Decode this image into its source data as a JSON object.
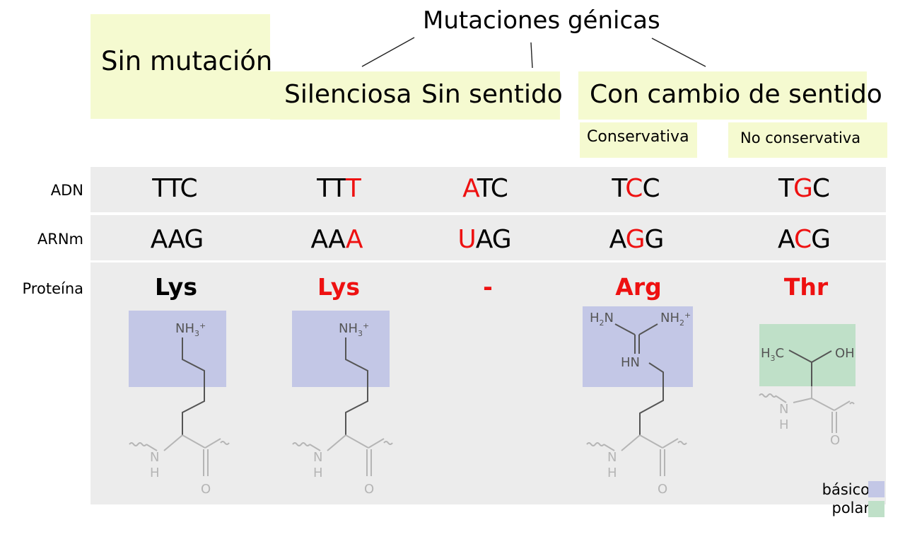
{
  "header": {
    "main_title": "Mutaciones génicas",
    "no_mutation": "Sin mutación",
    "silent": "Silenciosa",
    "nonsense": "Sin sentido",
    "missense": "Con cambio de sentido",
    "conservative": "Conservativa",
    "non_conservative": "No conservativa"
  },
  "row_labels": {
    "dna": "ADN",
    "mrna": "ARNm",
    "protein": "Proteína"
  },
  "columns": [
    {
      "dna": [
        "TT",
        "C",
        ""
      ],
      "mrna": [
        "AA",
        "G",
        ""
      ],
      "protein": "Lys",
      "protein_mutated": false
    },
    {
      "dna": [
        "TT",
        "T",
        ""
      ],
      "mrna": [
        "AA",
        "A",
        ""
      ],
      "protein": "Lys",
      "protein_mutated": true
    },
    {
      "dna": [
        "",
        "A",
        "TC"
      ],
      "mrna": [
        "",
        "U",
        "AG"
      ],
      "protein": "-",
      "protein_mutated": true
    },
    {
      "dna": [
        "T",
        "C",
        "C"
      ],
      "mrna": [
        "A",
        "G",
        "G"
      ],
      "protein": "Arg",
      "protein_mutated": true
    },
    {
      "dna": [
        "T",
        "G",
        "C"
      ],
      "mrna": [
        "A",
        "C",
        "G"
      ],
      "protein": "Thr",
      "protein_mutated": true
    }
  ],
  "molecules": {
    "lys_group": "NH3+",
    "arg_group_left": "H2N",
    "arg_group_right": "NH2+",
    "arg_hn": "HN",
    "thr_left": "H3C",
    "thr_right": "OH",
    "backbone_n": "N",
    "backbone_h": "H",
    "backbone_o": "O"
  },
  "legend": {
    "basic": "básico",
    "polar": "polar"
  },
  "colors": {
    "header_highlight": "#f5fad0",
    "band": "#ececec",
    "mutation": "#ee1111",
    "basic": "#c3c7e6",
    "polar": "#bfe0c8"
  }
}
